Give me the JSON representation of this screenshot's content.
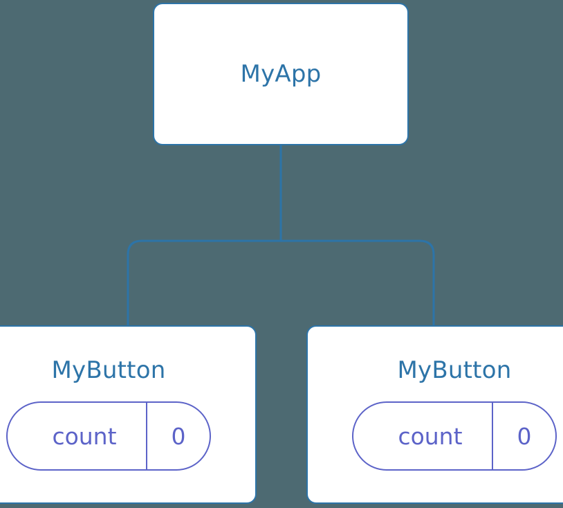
{
  "diagram": {
    "type": "component-tree",
    "background_color": "#4d6a72",
    "node_border_color": "#2d74a8",
    "node_label_color": "#2d74a8",
    "connector_color": "#2d74a8",
    "state_color": "#5c63c8",
    "root": {
      "label": "MyApp"
    },
    "children": [
      {
        "label": "MyButton",
        "state": {
          "key": "count",
          "value": "0"
        }
      },
      {
        "label": "MyButton",
        "state": {
          "key": "count",
          "value": "0"
        }
      }
    ]
  }
}
